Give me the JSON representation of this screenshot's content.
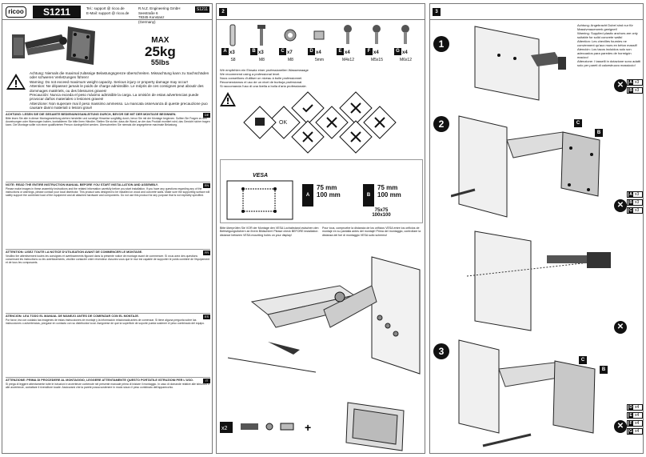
{
  "header": {
    "logo": "ricoo",
    "model": "S1211",
    "contact": [
      "Tel.: support @ ricoo.de",
      "E-Mail: support @ ricoo.de"
    ],
    "address": [
      "R.N.Z. Engineering GmbH",
      "Seestraße 6",
      "78345 Konstanz",
      "(Germany)"
    ],
    "code": "S1211"
  },
  "specs": {
    "max": "MAX",
    "kg": "25kg",
    "lbs": "55lbs"
  },
  "warning": {
    "de": "Achtung: Niemals die maximal zulässige Belastungsgrenze überschreiten. Missachtung kann zu Sachschäden oder schweren Verletzungen führen!",
    "en": "Warning: Do not exceed maximum weight capacity. Serious injury or property damage may occur!",
    "fr": "Attention: Ne dépassez jamais le poids de charge admissible. Le mépris de ces consignes peut aboutir des dommages matériels, ou des blessures graves!",
    "es": "Precaución: Nunca exceda el peso máximo admisible la carga. La omisión de estas advertencias puede provocar daños materiales o lesiones graves!",
    "it": "Attenzione: Non superare mai il peso massimo ammesso. La mancata osservanza di queste precauzione puo causare danni materiali o lesioni gravi!"
  },
  "sections": [
    {
      "lang": "DE",
      "title": "ACHTUNG: LESEN SIE DIE GESAMTE BEDIENUNGSANLEITUNG DURCH, BEVOR SIE MIT DER MONTAGE BEGINNEN.",
      "body": "Bitte lesen Sie alle in dieser Montageanleitung stehen hersteller und sonstige Hinweise sorgfältig durch, bevor Sie mit der Montage beginnen. Sollten Sie Fragen zu den Anweisungen oder Warnungen haben, kontaktieren Sie bitte Ihren Händler. Stellen Sie sicher, dass die Wand, an der das Produkt montiert wird, das Gewicht sicher tragen kann. Die Montage sollte von einer qualifizierten Person durchgeführt werden. Überschreiten Sie niemals die angegebene maximale Belastung."
    },
    {
      "lang": "EN",
      "title": "NOTE: READ THE ENTIRE INSTRUCTION MANUAL BEFORE YOU START INSTALLATION AND ASSEMBLY.",
      "body": "Please make images in these assembly instructions and the related information carefully before you start installation. If you have any questions regarding any of the instructions or warnings, please contact your local distributor. This product was designed to be installed on wood and concrete walls. Make sure the supporting surface will safely support the combined load of the equipment and all attached hardware and components. Do not use this product for any purpose that is not explicitly specified."
    },
    {
      "lang": "FR",
      "title": "ATTENTION: LISEZ TOUTE LA NOTICE D'UTILISATION AVANT DE COMMENCER LE MONTAGE.",
      "body": "Veuillez lire attentivement toutes les consignes et avertissements figurant dans la présente notice de montage avant de commencer. Si vous avez des questions concernant les instructions ou les avertissements, veuillez contacter votre revendeur. Assurez-vous que le mur est capable de supporter le poids combiné de l'équipement et de tous les composants."
    },
    {
      "lang": "ES",
      "title": "ATENCIÓN: LEA TODO EL MANUAL DE MANEJO ANTES DE COMENZAR CON EL MONTAJE.",
      "body": "Por favor, lea con cuidado las imágenes de estas instrucciones de montaje y la información relacionada antes de comenzar. Si tiene alguna pregunta sobre las instrucciones o advertencias, póngase en contacto con su distribuidor local. Asegúrese de que la superficie de soporte pueda sostener el peso combinado del equipo."
    },
    {
      "lang": "IT",
      "title": "ATTENZIONE: PRIMA DI PROCEDERE AL MONTAGGIO, LEGGERE ATTENTAMENTE QUESTO PORTATILE ISTRUZIONI PER L'USO.",
      "body": "Si prega di leggere attentamente tutte le istruzioni e avvertenze contenute nel presente manuale prima di iniziare il montaggio. In caso di domande relative alle istruzioni o alle avvertenze, contattare il rivenditore locale. Assicurarsi che la parete possa sostenere in modo sicuro il peso combinato dell'apparecchio."
    }
  ],
  "parts": [
    {
      "label": "A",
      "qty": "x3",
      "name": "S8"
    },
    {
      "label": "B",
      "qty": "x3",
      "name": "M8"
    },
    {
      "label": "C",
      "qty": "x7",
      "name": "M8"
    },
    {
      "label": "D",
      "qty": "x4",
      "name": "5mm"
    },
    {
      "label": "E",
      "qty": "x4",
      "name": "M4x12"
    },
    {
      "label": "F",
      "qty": "x4",
      "name": "M5x15"
    },
    {
      "label": "G",
      "qty": "x4",
      "name": "M6x12"
    }
  ],
  "parts_notes": {
    "de": "Wir empfehlen ein Einsatz einer professionellen Wasserwaage",
    "en": "We recommend using a professional level.",
    "fr": "Nous conseillons d'utiliser un niveau à bulle professionnel.",
    "es": "Recomendamos el uso de un nivel de burbuja profesional.",
    "it": "Si raccomanda l'uso di una livella a bolla d'aria professionale."
  },
  "vesa": {
    "title": "VESA",
    "a_label": "A",
    "a_values": [
      "75 mm",
      "100 mm"
    ],
    "b_label": "B",
    "b_values": [
      "75 mm",
      "100 mm"
    ],
    "combo": [
      "75x75",
      "100x100"
    ],
    "de": "Bitte überprüfen Sie VOR der Montage den VESA Lochabstand zwischen den Befestigungslöchern an Ihrem Bildschirm!",
    "en": "Please check BEFORE installation distance between VESA mounting holes on your display!",
    "fr": "Pour tous, compruebe la distancia de los orificios VESA entre los orificios de montaje en su pantalla antes del montaje!",
    "it": "Prima del montaggio, controllare la distanza dei fori di montaggio VESA sullo schermo!"
  },
  "step_notes": {
    "de": "Achtung: Angebracht Dubel sind nur für Massivmauerwerk geeignet!",
    "en": "Warning: Supplied plastic anchors are only suitable for solid concrete walls!",
    "fr": "Attention: Les chevilles fournies ne conviennent qu'aux murs en béton massif!",
    "es": "Atención: Los tacos incluidos solo son adecuados para paredes de hormigón macizo!",
    "it": "Attenzione: I tasselli in dotazione sono adatti solo per pareti di calcestruzzo massiccio!"
  },
  "steps": [
    "1",
    "2",
    "3"
  ],
  "step_counts": [
    [
      {
        "p": "A",
        "q": "x3"
      },
      {
        "p": "B",
        "q": "x3"
      }
    ],
    [
      {
        "p": "A",
        "q": "x3"
      },
      {
        "p": "B",
        "q": "x3"
      },
      {
        "p": "C",
        "q": "x3"
      }
    ],
    [
      {
        "p": "D",
        "q": "x4"
      },
      {
        "p": "E",
        "q": "x4"
      },
      {
        "p": "F",
        "q": "x4"
      },
      {
        "p": "G",
        "q": "x4"
      }
    ]
  ],
  "step_tags": {
    "two": [
      "C",
      "B"
    ],
    "three": [
      "C",
      "B"
    ]
  },
  "x2": "x2"
}
